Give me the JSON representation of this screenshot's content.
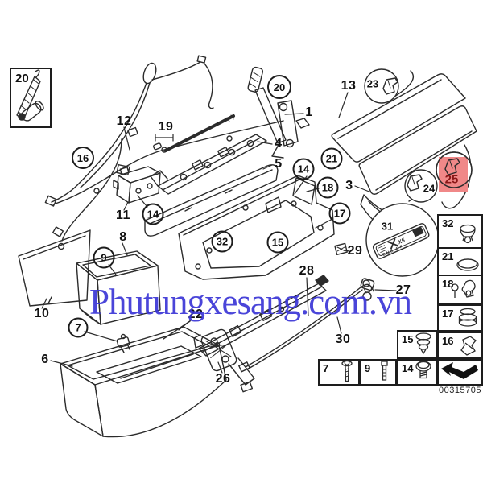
{
  "watermark_text": "Phutungxesang.com.vn",
  "footer_code": "00315705",
  "colors": {
    "line": "#2b2b2b",
    "watermark_blue": "#3b36d6",
    "highlight_bg": "#f08888",
    "highlight_text": "#8a1717",
    "background": "#ffffff"
  },
  "badge": {
    "logo": "X5",
    "caption": "ONE OF"
  },
  "callouts": {
    "n12": "12",
    "n19": "19",
    "n1": "1",
    "n4": "4",
    "n5": "5",
    "n13": "13",
    "n3": "3",
    "n11": "11",
    "n8": "8",
    "n10": "10",
    "n6": "6",
    "n29": "29",
    "n27": "27",
    "n28": "28",
    "n30": "30",
    "n26": "26",
    "n22": "22"
  },
  "circles": {
    "box20": "20",
    "c16": "16",
    "c14a": "14",
    "c20": "20",
    "c14b": "14",
    "c21": "21",
    "c18": "18",
    "c17": "17",
    "c9": "9",
    "c7": "7",
    "c32": "32",
    "c15": "15",
    "c23": "23",
    "c24": "24",
    "c25": "25",
    "c31": "31"
  },
  "legend": {
    "b32": "32",
    "b21": "21",
    "b18": "18",
    "b17": "17",
    "b16": "16",
    "b15": "15",
    "b14": "14",
    "b7": "7",
    "b9": "9"
  }
}
